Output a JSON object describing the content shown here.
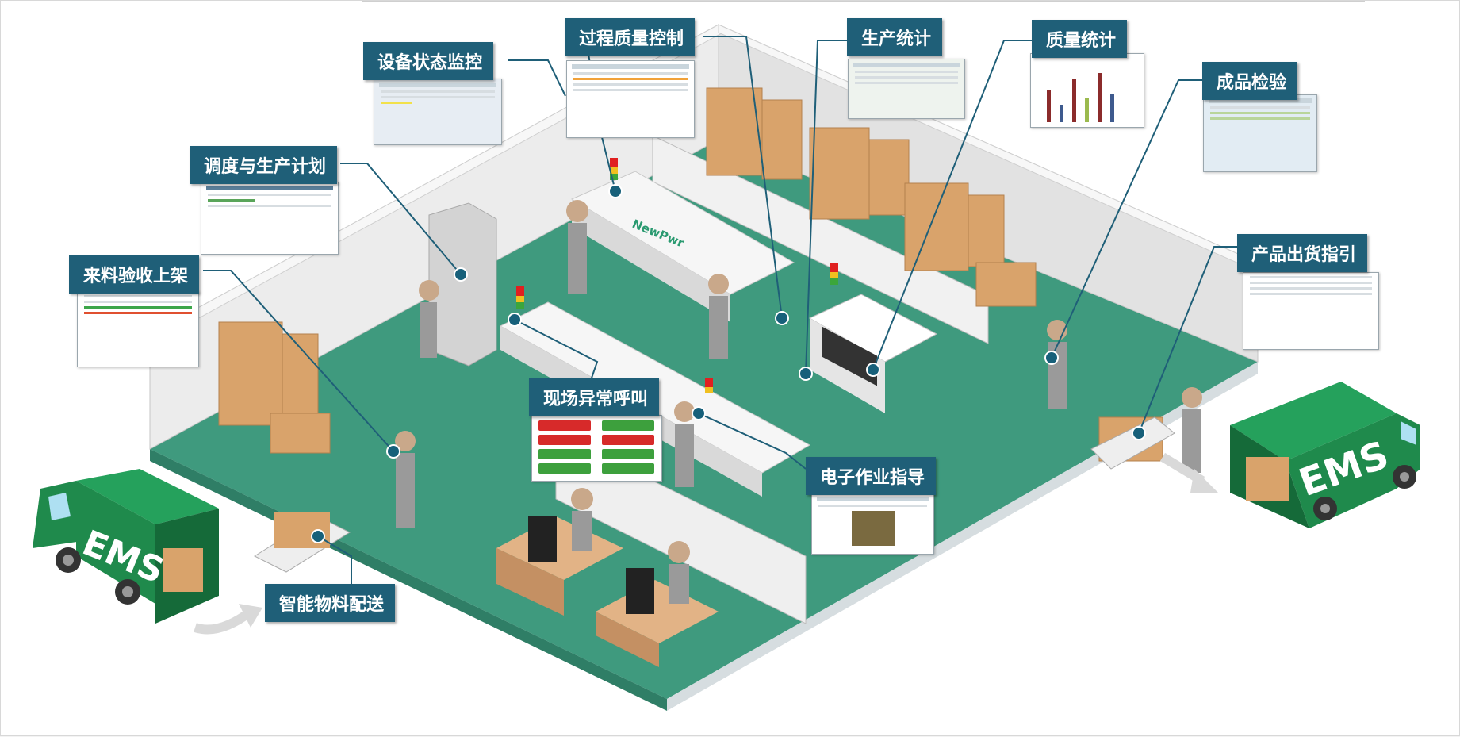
{
  "callouts": {
    "device_monitor": "设备状态监控",
    "process_quality": "过程质量控制",
    "production_stats": "生产统计",
    "quality_stats": "质量统计",
    "product_inspection": "成品检验",
    "scheduling": "调度与生产计划",
    "material_receiving": "来料验收上架",
    "onsite_alarm": "现场异常呼叫",
    "shipping_guide": "产品出货指引",
    "electronic_sop": "电子作业指导",
    "smart_delivery": "智能物料配送"
  },
  "trucks": {
    "left_label": "EMS",
    "right_label": "EMS"
  },
  "machine_brand": "NewPwr",
  "colors": {
    "callout_bg": "#1f5f78",
    "floor": "#3f9a7e",
    "truck": "#1f8a4c",
    "box": "#d9a36b",
    "marker": "#17607a"
  }
}
